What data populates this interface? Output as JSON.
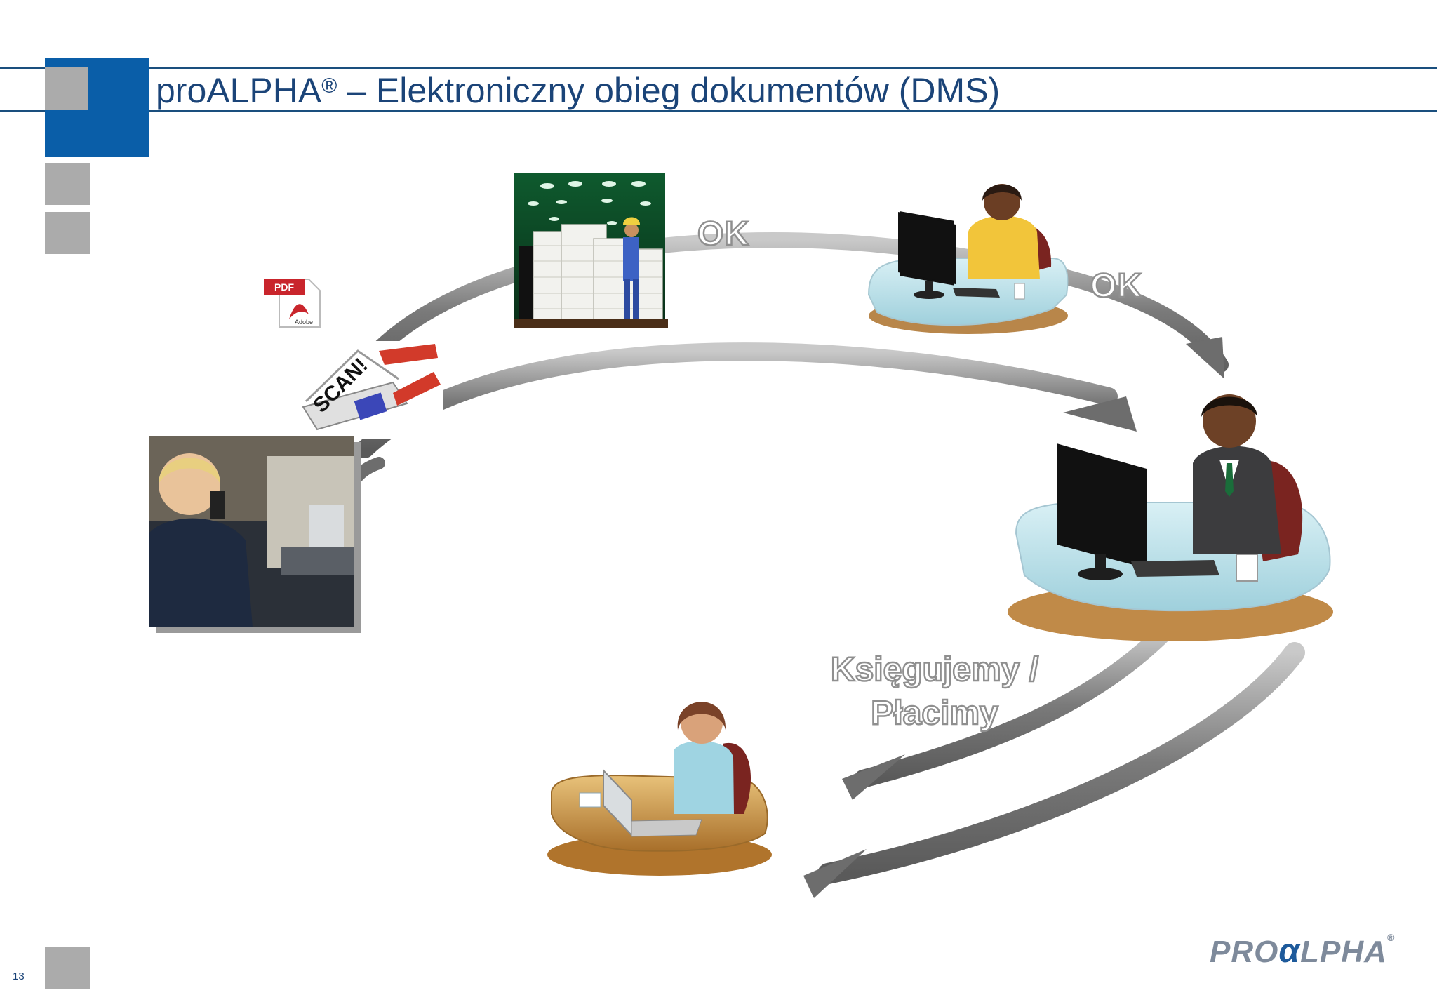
{
  "header": {
    "title_main": "proALPHA",
    "title_reg": "®",
    "title_rest": " – Elektroniczny obieg dokumentów (DMS)"
  },
  "labels": {
    "ok_top": "OK",
    "ok_right": "OK",
    "ksieg_line1": "Księgujemy /",
    "ksieg_line2": "Płacimy"
  },
  "icons": {
    "pdf_badge": "PDF",
    "pdf_brand": "Adobe",
    "scan_text": "SCAN!"
  },
  "footer": {
    "slide_number": "13",
    "logo_pro": "PRO",
    "logo_alpha": "α",
    "logo_lpha": "LPHA",
    "logo_reg": "®"
  },
  "colors": {
    "brand_blue": "#0a5ea8",
    "title_text": "#1b4478",
    "grey_square": "#ababab",
    "arrow_grey": "#8a8a8a"
  }
}
